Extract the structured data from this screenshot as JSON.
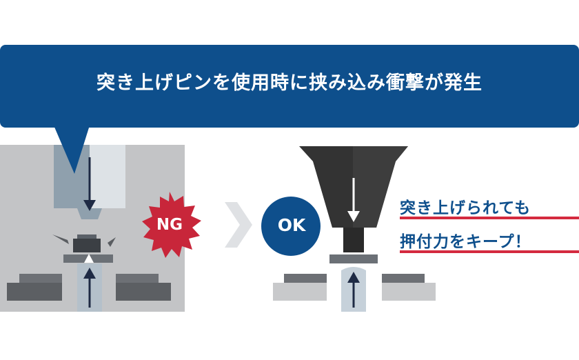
{
  "banner": {
    "text": "突き上げピンを使用時に挟み込み衝撃が発生"
  },
  "ng_badge": {
    "label": "NG"
  },
  "ok_badge": {
    "label": "OK"
  },
  "result_text": {
    "line1": "突き上げられても",
    "line2": "押付力をキープ！"
  },
  "colors": {
    "navy": "#0e4f8c",
    "ng_red": "#c8263a",
    "underline_red": "#d42a3f",
    "dark_gray": "#3a3a3a",
    "light_gray": "#c8c9cb"
  },
  "icons": {
    "down_arrow": "arrow-down-icon",
    "up_arrow": "arrow-up-icon",
    "next": "chevron-right-icon"
  }
}
